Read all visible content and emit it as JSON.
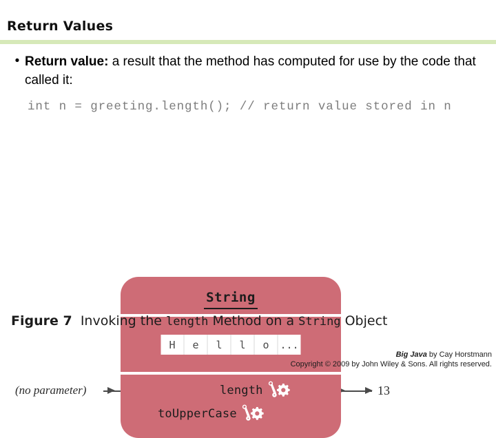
{
  "slide": {
    "title": "Return Values",
    "accent_rule_color": "#d6e9b8"
  },
  "bullet": {
    "marker": "•",
    "lead": "Return value:",
    "rest": " a result that the method has computed for use by the code that called it:"
  },
  "code": {
    "line": "int n = greeting.length(); // return value stored in n",
    "color": "#7d7d7d"
  },
  "figure": {
    "object_box_color": "#ce6c76",
    "type_name": "String",
    "char_cells": [
      "H",
      "e",
      "l",
      "l",
      "o",
      "..."
    ],
    "methods": [
      {
        "name": "length",
        "icon": "gear-wrench-icon"
      },
      {
        "name": "toUpperCase",
        "icon": "gear-wrench-icon"
      }
    ],
    "input_label": "(no parameter)",
    "return_value": "13",
    "caption": {
      "number": "Figure 7",
      "part1": "Invoking the ",
      "mono1": "length",
      "part2": " Method on a ",
      "mono2": "String",
      "part3": " Object"
    }
  },
  "footer": {
    "book_title": "Big Java",
    "byline": " by Cay Horstmann",
    "copyright": "Copyright © 2009 by John Wiley & Sons.  All rights reserved."
  }
}
